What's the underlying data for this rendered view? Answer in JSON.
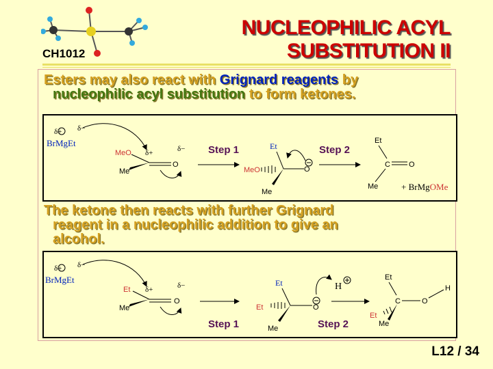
{
  "header": {
    "title_line1": "NUCLEOPHILIC ACYL",
    "title_line2": "SUBSTITUTION II",
    "course_code": "CH1012"
  },
  "paragraph1": {
    "p1": "Esters may also react with ",
    "p2": "Grignard reagents",
    "p3": " by",
    "p4": "nucleophilic acyl substitution",
    "p5": " to form ketones."
  },
  "paragraph2": {
    "line1": "The ketone then reacts with further Grignard",
    "line2": "reagent in a nucleophilic addition to give an",
    "line3": "alcohol."
  },
  "scheme1": {
    "delta_plus": "δ+",
    "delta_minus": "δ−",
    "reagent": "BrMgEt",
    "methoxy": "MeO",
    "methyl": "Me",
    "oxygen": "O",
    "ethyl": "Et",
    "carbon": "C",
    "step1": "Step 1",
    "step2": "Step 2",
    "byproduct_prefix": "+ BrMg",
    "byproduct_group": "OMe"
  },
  "scheme2": {
    "delta_plus": "δ+",
    "delta_minus": "δ−",
    "reagent": "BrMgEt",
    "ethyl": "Et",
    "methyl": "Me",
    "oxygen": "O",
    "carbon": "C",
    "hydrogen": "H",
    "step1": "Step 1",
    "step2": "Step 2"
  },
  "footer": {
    "page_number": "L12 / 34"
  },
  "colors": {
    "title": "#cc0000",
    "orange_text": "#d4a020",
    "green_text": "#447711",
    "blue_text": "#0022bb",
    "atom_red": "#cc3333",
    "background": "#ffffcc"
  }
}
